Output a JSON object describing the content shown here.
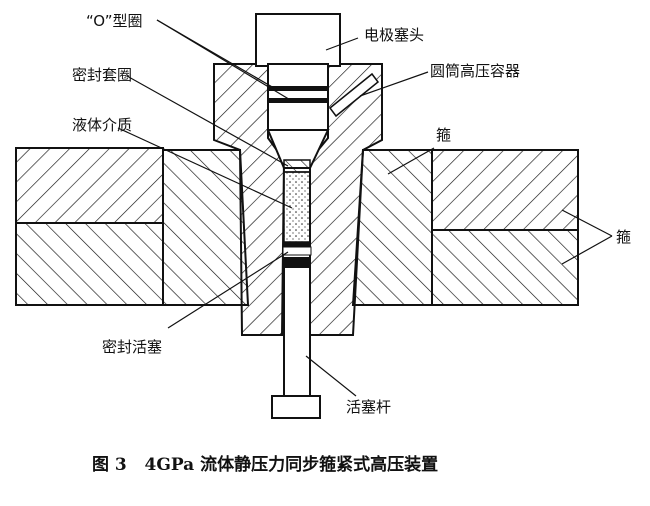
{
  "labels": {
    "o_ring": "“O”型圈",
    "seal_sleeve": "密封套圈",
    "liquid_medium": "液体介质",
    "electrode_plug": "电极塞头",
    "cylinder_vessel": "圆筒高压容器",
    "hoop_top": "箍",
    "hoop_right": "箍",
    "seal_piston": "密封活塞",
    "piston_rod": "活塞杆"
  },
  "caption": "图 3   4GPa 流体静压力同步箍紧式高压装置"
}
